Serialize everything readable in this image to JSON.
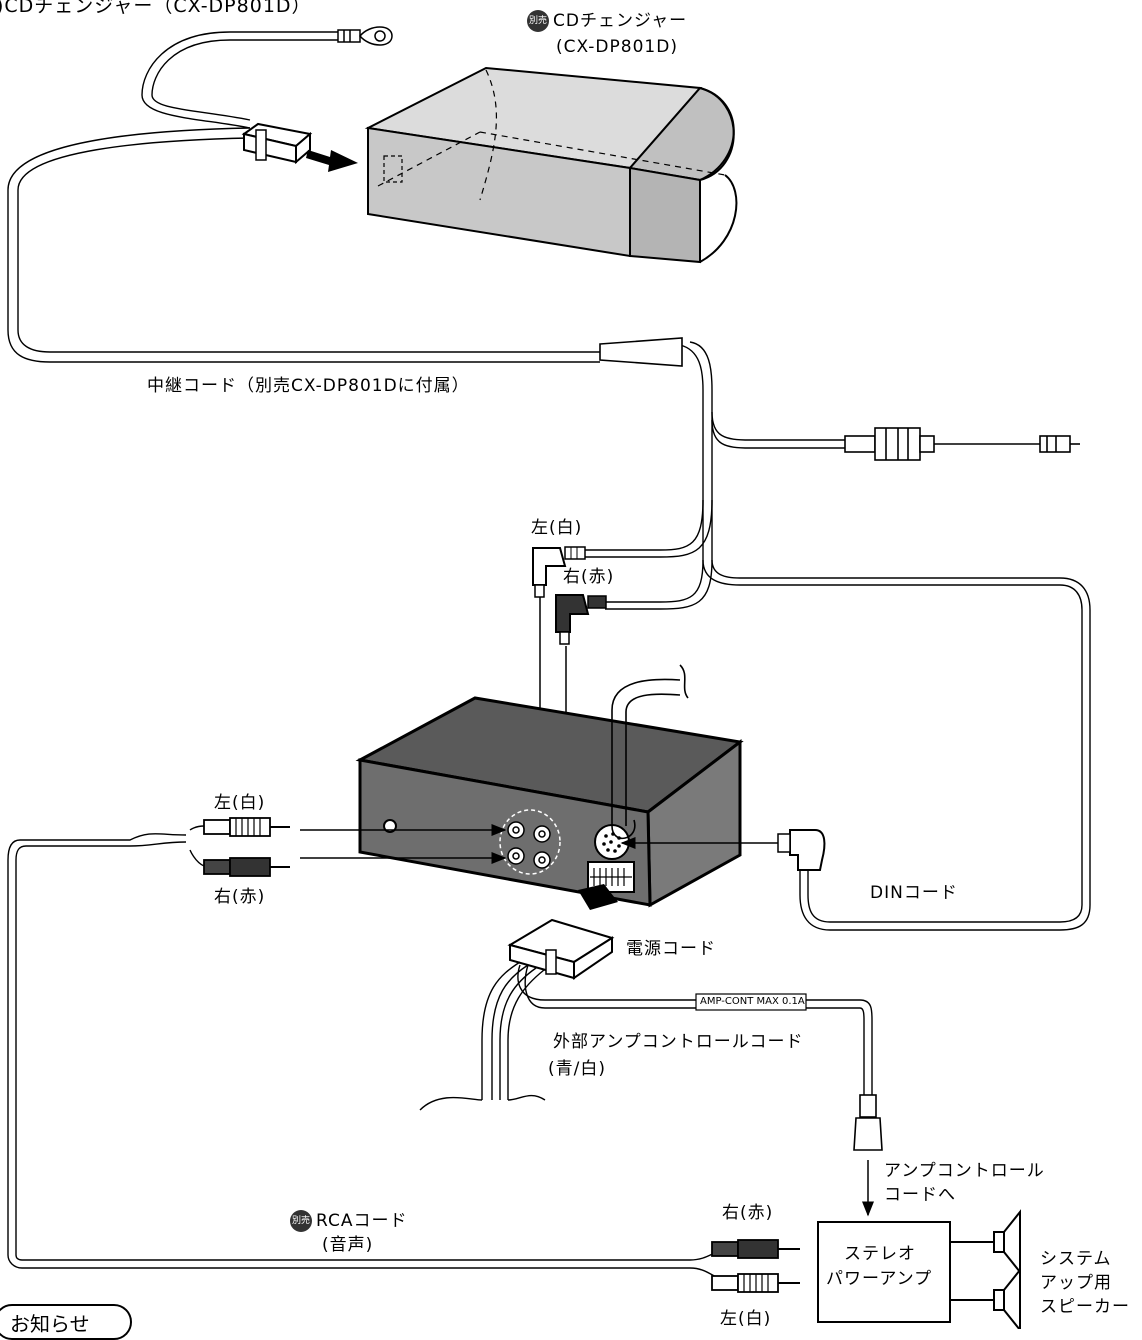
{
  "labels": {
    "top_header": ")CDチェンジャー（CX-DP801D）",
    "changer_badge": "別売",
    "changer_name": "CDチェンジャー",
    "changer_model": "(CX-DP801D)",
    "relay_cord": "中継コード（別売CX-DP801Dに付属）",
    "din_left_white": "左(白)",
    "din_right_red": "右(赤)",
    "in_left_white": "左(白)",
    "in_right_red": "右(赤)",
    "din_cord": "DINコード",
    "power_cord": "電源コード",
    "amp_tag": "AMP-CONT MAX 0.1A",
    "amp_control_cord_1": "外部アンプコントロールコード",
    "amp_control_cord_2": "(青/白)",
    "to_amp_control_1": "アンプコントロール",
    "to_amp_control_2": "コードへ",
    "rca_badge": "別売",
    "rca_cord": "RCAコード",
    "rca_audio": "(音声)",
    "out_right_red": "右(赤)",
    "out_left_white": "左(白)",
    "stereo_amp_1": "ステレオ",
    "stereo_amp_2": "パワーアンプ",
    "speakers_1": "システム",
    "speakers_2": "アップ用",
    "speakers_3": "スピーカー",
    "note_tab": "お知らせ"
  },
  "colors": {
    "box_fill": "#d4d4d4",
    "unit_fill": "#6a6a6a",
    "line": "#000000",
    "badge": "#333333"
  }
}
